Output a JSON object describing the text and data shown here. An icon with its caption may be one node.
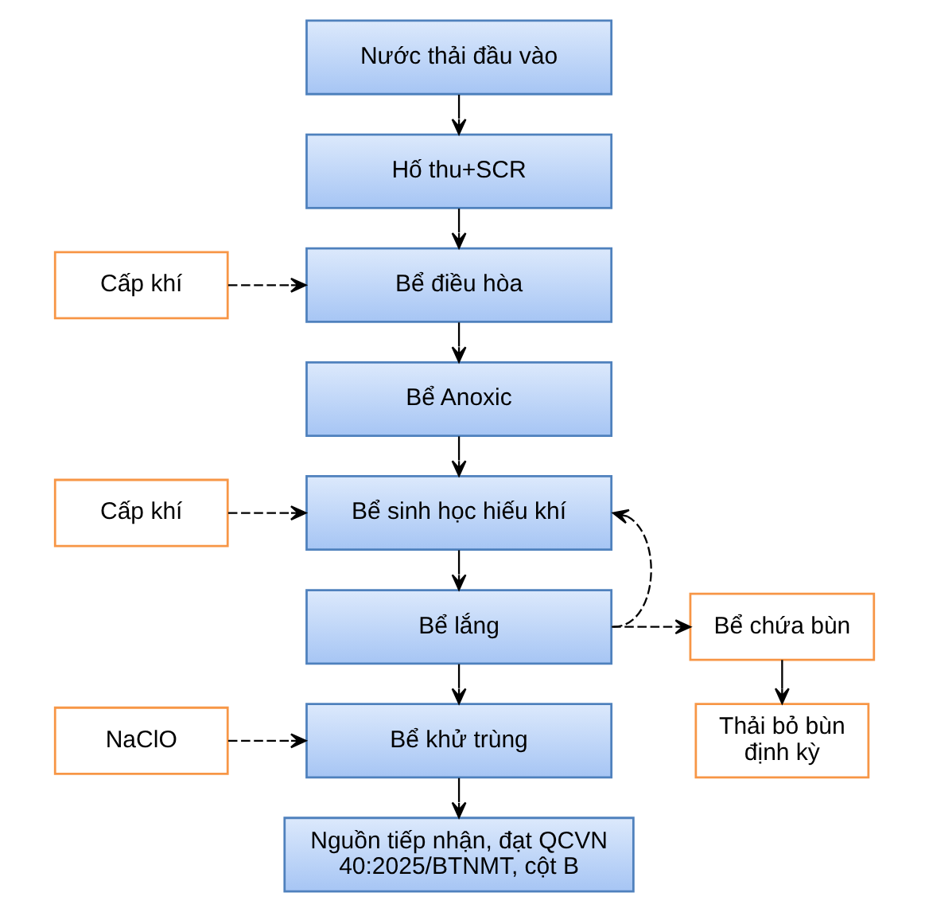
{
  "diagram": {
    "nodes": [
      {
        "text": [
          "Nước thải đầu vào"
        ]
      },
      {
        "text": [
          "Hố thu+SCR"
        ]
      },
      {
        "text": [
          "Cấp khí"
        ]
      },
      {
        "text": [
          "Bể điều hòa"
        ]
      },
      {
        "text": [
          "Bể Anoxic"
        ]
      },
      {
        "text": [
          "Cấp khí"
        ]
      },
      {
        "text": [
          "Bể sinh học hiếu khí"
        ]
      },
      {
        "text": [
          "Bể lắng"
        ]
      },
      {
        "text": [
          "Bể chứa bùn"
        ]
      },
      {
        "text": [
          "NaClO"
        ]
      },
      {
        "text": [
          "Bể khử trùng"
        ]
      },
      {
        "text": [
          "Thải bỏ bùn định kỳ"
        ]
      },
      {
        "text": [
          "Nguồn tiếp nhận, đạt QCVN 40:2025/BTNMT, cột B"
        ]
      }
    ],
    "edges": [
      {
        "from": 0,
        "to": 1,
        "arrow": "to"
      },
      {
        "from": 1,
        "to": 3,
        "arrow": "to"
      },
      {
        "from": 2,
        "to": 3,
        "arrow": "to",
        "style": "dashed"
      },
      {
        "from": 3,
        "to": 4,
        "arrow": "to"
      },
      {
        "from": 4,
        "to": 6,
        "arrow": "to"
      },
      {
        "from": 5,
        "to": 6,
        "arrow": "to",
        "style": "dashed"
      },
      {
        "from": 6,
        "to": 7,
        "arrow": "to"
      },
      {
        "from": 7,
        "to": 8,
        "arrow": "to",
        "style": "dashed"
      },
      {
        "from": 7,
        "to": 6,
        "arrow": "to",
        "style": "dashed"
      },
      {
        "from": 7,
        "to": 10,
        "arrow": "to"
      },
      {
        "from": 8,
        "to": 11,
        "arrow": "to"
      },
      {
        "from": 9,
        "to": 10,
        "arrow": "to",
        "style": "dashed"
      },
      {
        "from": 10,
        "to": 12,
        "arrow": "to"
      }
    ]
  }
}
